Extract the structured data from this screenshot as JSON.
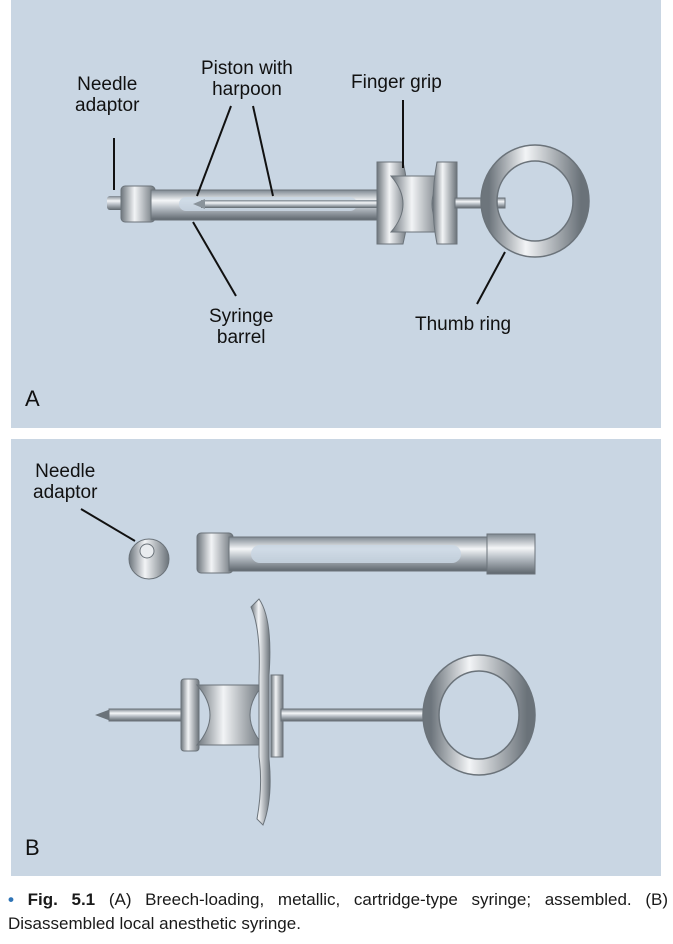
{
  "panel_a": {
    "letter": "A",
    "labels": {
      "needle_adaptor": "Needle\nadaptor",
      "piston": "Piston with\nharpoon",
      "finger_grip": "Finger grip",
      "syringe_barrel": "Syringe\nbarrel",
      "thumb_ring": "Thumb ring"
    }
  },
  "panel_b": {
    "letter": "B",
    "labels": {
      "needle_adaptor": "Needle\nadaptor"
    }
  },
  "caption": {
    "bullet": "•",
    "fig_label": "Fig. 5.1",
    "text": "(A) Breech-loading, metallic, cartridge-type syringe; assembled. (B) Disassembled local anesthetic syringe."
  },
  "colors": {
    "panel_bg": "#c9d6e3",
    "metal_light": "#f2f4f6",
    "metal_dark": "#7d8790",
    "bullet": "#2f74b6"
  }
}
